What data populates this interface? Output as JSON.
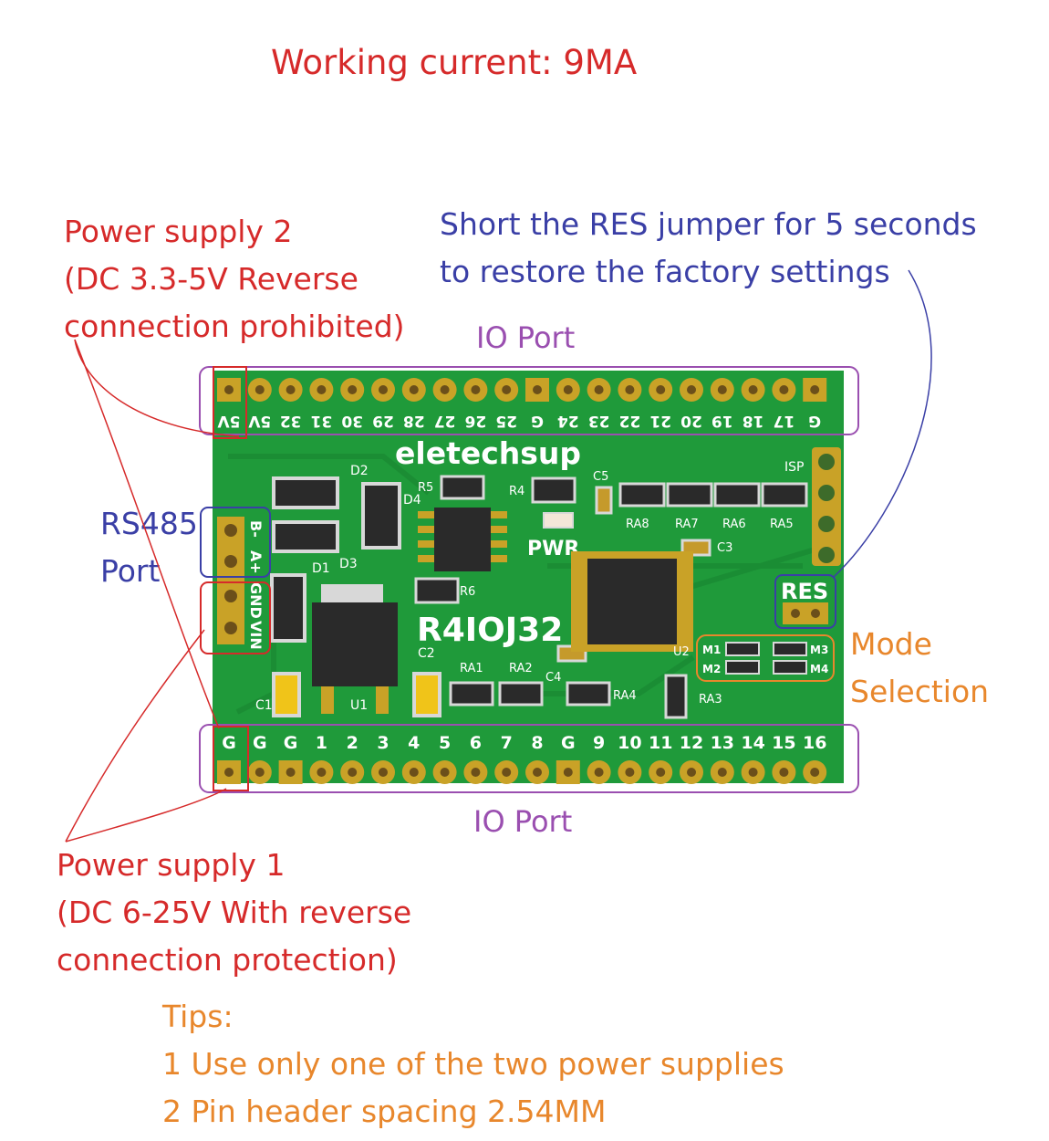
{
  "title": "Working current: 9MA",
  "colors": {
    "annotation_red": "#d62a2a",
    "annotation_blue": "#3a3fa6",
    "annotation_purple": "#9a4fb0",
    "annotation_orange": "#e8872c",
    "pcb_green": "#1f9a3a",
    "pad_gold": "#c9a227"
  },
  "annotations": {
    "power_supply_2": [
      "Power supply 2",
      "(DC 3.3-5V Reverse",
      "connection prohibited)"
    ],
    "res_note": [
      "Short the RES jumper for 5 seconds",
      "to restore the factory settings"
    ],
    "io_port_top": "IO Port",
    "io_port_bottom": "IO Port",
    "rs485": [
      "RS485",
      "Port"
    ],
    "mode_selection": [
      "Mode",
      "Selection"
    ],
    "power_supply_1": [
      "Power supply 1",
      "(DC 6-25V With reverse",
      "connection protection)"
    ]
  },
  "tips": {
    "heading": "Tips:",
    "items": [
      "1 Use only one of the two power supplies",
      "2 Pin header spacing 2.54MM"
    ]
  },
  "board": {
    "brand": "eletechsup",
    "model": "R4IOJ32",
    "top_pin_labels": [
      "5V",
      "5V",
      "32",
      "31",
      "30",
      "29",
      "28",
      "27",
      "26",
      "25",
      "G",
      "24",
      "23",
      "22",
      "21",
      "20",
      "19",
      "18",
      "17",
      "G"
    ],
    "bottom_pin_labels": [
      "G",
      "G",
      "G",
      "1",
      "2",
      "3",
      "4",
      "5",
      "6",
      "7",
      "8",
      "G",
      "9",
      "10",
      "11",
      "12",
      "13",
      "14",
      "15",
      "16"
    ],
    "left_header_labels": [
      "B-",
      "A+",
      "GND",
      "VIN"
    ],
    "component_labels": {
      "d1": "D1",
      "d2": "D2",
      "d3": "D3",
      "d4": "D4",
      "r4": "R4",
      "r5": "R5",
      "r6": "R6",
      "c1": "C1",
      "c2": "C2",
      "c3": "C3",
      "c4": "C4",
      "c5": "C5",
      "u1": "U1",
      "u2": "U2",
      "ra1": "RA1",
      "ra2": "RA2",
      "ra3": "RA3",
      "ra4": "RA4",
      "ra5": "RA5",
      "ra6": "RA6",
      "ra7": "RA7",
      "ra8": "RA8",
      "pwr": "PWR",
      "isp": "ISP",
      "res": "RES",
      "m1": "M1",
      "m2": "M2",
      "m3": "M3",
      "m4": "M4"
    }
  }
}
